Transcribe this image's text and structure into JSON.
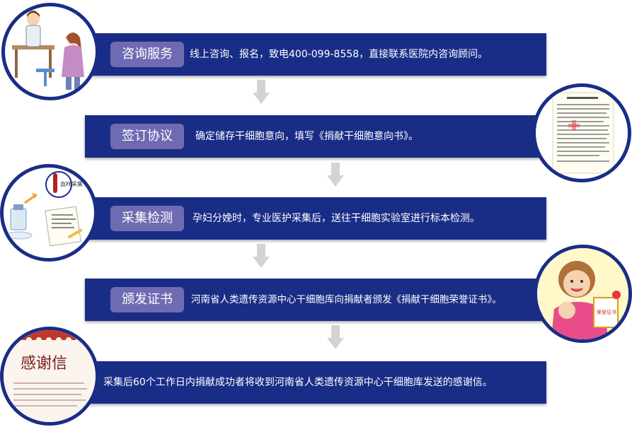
{
  "steps": [
    {
      "title": "咨询服务",
      "desc": "线上咨询、报名，致电400-099-8558，直接联系医院内咨询顾问。"
    },
    {
      "title": "签订协议",
      "desc": "确定储存干细胞意向，填写《捐献干细胞意向书》。"
    },
    {
      "title": "采集检测",
      "desc": "孕妇分娩时，专业医护采集后，送往干细胞实验室进行标本检测。"
    },
    {
      "title": "颁发证书",
      "desc": "河南省人类遗传资源中心干细胞库向捐献者颁发《捐献干细胞荣誉证书》。"
    },
    {
      "title": "",
      "desc": "采集后60个工作日内捐献成功者将收到河南省人类遗传资源中心干细胞库发送的感谢信。"
    }
  ],
  "images": {
    "sample_label": "血样采集",
    "thanks_letter_title": "感谢信",
    "certificate_label": "荣誉证书"
  },
  "colors": {
    "band": "#1a2d86",
    "pill": "#6f6bb2",
    "arrow": "#d3d3d3"
  }
}
